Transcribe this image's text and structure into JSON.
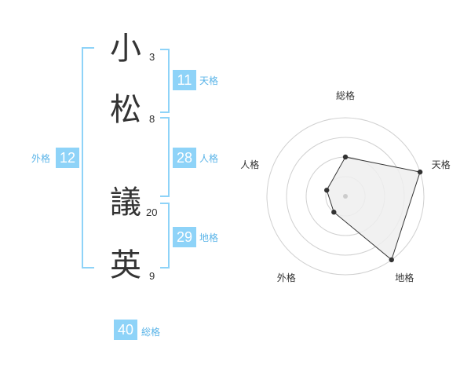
{
  "name": {
    "characters": [
      {
        "char": "小",
        "strokes": "3"
      },
      {
        "char": "松",
        "strokes": "8"
      },
      {
        "char": "議",
        "strokes": "20"
      },
      {
        "char": "英",
        "strokes": "9"
      }
    ]
  },
  "fortunes": {
    "tenkaku": {
      "value": "11",
      "label": "天格"
    },
    "jinkaku": {
      "value": "28",
      "label": "人格"
    },
    "chikaku": {
      "value": "29",
      "label": "地格"
    },
    "gaikaku": {
      "value": "12",
      "label": "外格"
    },
    "soukaku": {
      "value": "40",
      "label": "総格"
    }
  },
  "chart_data": {
    "type": "radar",
    "axes": [
      "総格",
      "天格",
      "地格",
      "外格",
      "人格"
    ],
    "values": [
      2,
      4,
      4,
      1,
      1
    ],
    "max": 4,
    "rings": 4,
    "fill": "#efefef",
    "line_color": "#333333",
    "grid_color": "#d0d0d0"
  },
  "colors": {
    "accent": "#8ed3f8",
    "accent_text": "#5ab4e8"
  }
}
